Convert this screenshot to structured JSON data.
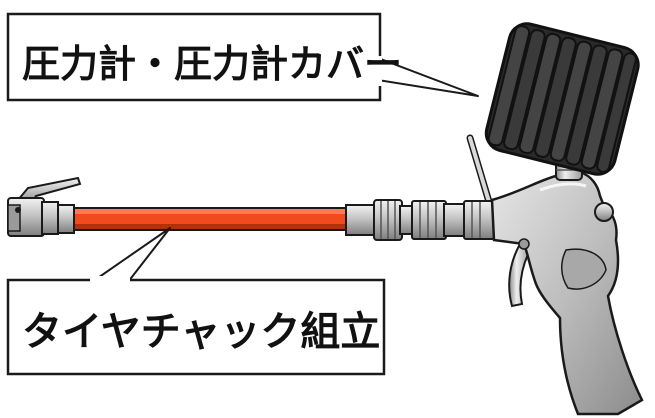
{
  "labels": {
    "gauge": "圧力計・圧力計カバー",
    "chuck": "タイヤチャック組立"
  },
  "colors": {
    "hose": "#f04a1e",
    "hose_dark": "#b3300f",
    "gauge_cover": "#2a2a2a",
    "gauge_rib": "#111111",
    "metal": "#c8c8c8",
    "metal_dark": "#8a8a8a",
    "outline": "#1a1a1a",
    "callout_fill": "#ffffff"
  },
  "icons": {
    "gauge": "pressure-gauge-cover",
    "chuck": "tire-chuck-clip",
    "gun": "inflator-pistol-grip"
  }
}
